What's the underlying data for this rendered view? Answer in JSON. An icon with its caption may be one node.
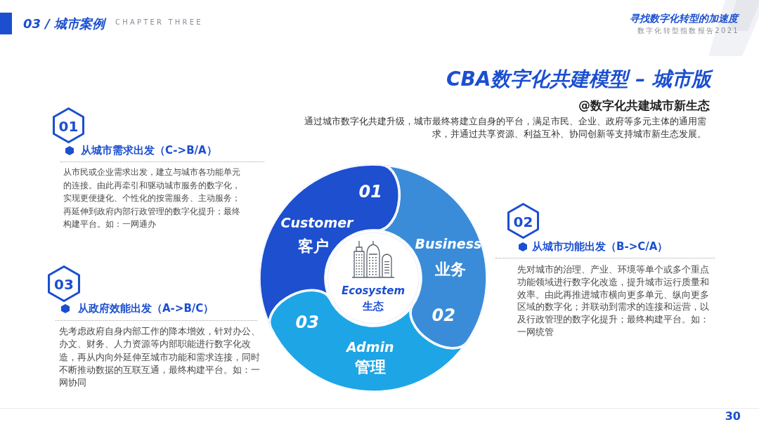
{
  "diagram": {
    "title": "CBA数字化共建模型 – 城市版",
    "nodes": [
      {
        "text": [
          "01"
        ],
        "beside": [
          "从城市需求出发（C->B/A）"
        ]
      },
      {
        "text": [
          "02"
        ],
        "beside": [
          "从城市功能出发（B->C/A）"
        ]
      },
      {
        "text": [
          "03"
        ],
        "beside": [
          "从政府效能出发（A->B/C）"
        ]
      },
      {
        "text": [
          "01",
          "Customer",
          "客户"
        ]
      },
      {
        "text": [
          "Business",
          "业务",
          "02"
        ]
      },
      {
        "text": [
          "03",
          "Admin",
          "管理"
        ]
      },
      {
        "text": [
          "Ecosystem",
          "生态"
        ]
      }
    ],
    "labels": [
      "03 / 城市案例",
      "CHAPTER THREE",
      "寻找数字化转型的加速度",
      "数字化转型指数报告2021",
      "@数字化共建城市新生态",
      "通过城市数字化共建升级，城市最终将建立自身的平台，满足市民、企业、政府等多元主体的通用需求，并通过共享资源、利益互补、协同创新等支持城市新生态发展。",
      "从市民或企业需求出发，建立与城市各功能单元的连接。由此再牵引和驱动城市服务的数字化，实现更便捷化、个性化的按需服务、主动服务；再延伸到政府内部行政管理的数字化提升；最终构建平台。如：一网通办",
      "先对城市的治理、产业、环境等单个或多个重点功能领域进行数字化改造，提升城市运行质量和效率。由此再推进城市横向更多单元、纵向更多区域的数字化；并联动到需求的连接和运营，以及行政管理的数字化提升；最终构建平台。如：一网统管",
      "先考虑政府自身内部工作的降本增效，针对办公、办文、财务、人力资源等内部职能进行数字化改造，再从内向外延伸至城市功能和需求连接，同时不断推动数据的互联互通，最终构建平台。如：一网协同",
      "30"
    ]
  }
}
